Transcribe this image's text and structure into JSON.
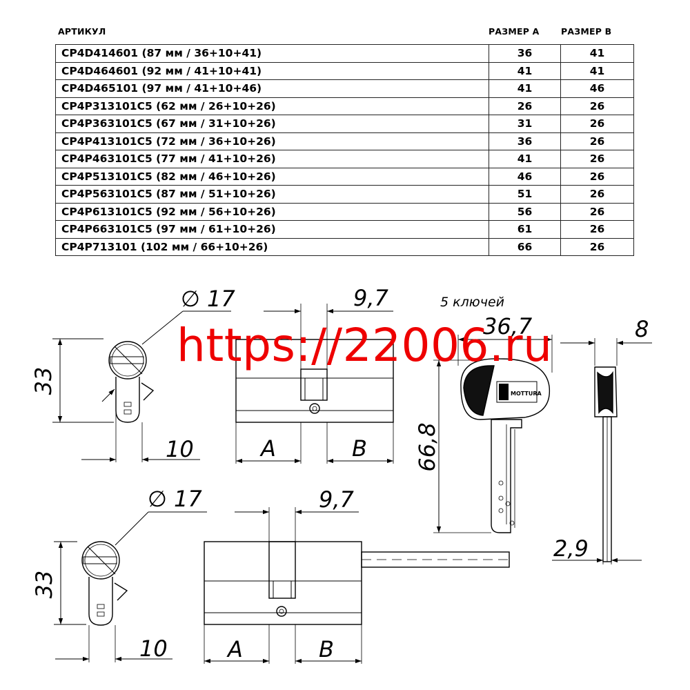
{
  "table": {
    "headers": {
      "article": "АРТИКУЛ",
      "size_a": "РАЗМЕР А",
      "size_b": "РАЗМЕР В"
    },
    "rows": [
      {
        "article": "CP4D414601 (87 мм / 36+10+41)",
        "a": "36",
        "b": "41"
      },
      {
        "article": "CP4D464601 (92 мм / 41+10+41)",
        "a": "41",
        "b": "41"
      },
      {
        "article": "CP4D465101 (97 мм / 41+10+46)",
        "a": "41",
        "b": "46"
      },
      {
        "article": "CP4P313101C5 (62 мм / 26+10+26)",
        "a": "26",
        "b": "26"
      },
      {
        "article": "CP4P363101C5 (67 мм / 31+10+26)",
        "a": "31",
        "b": "26"
      },
      {
        "article": "CP4P413101C5 (72 мм / 36+10+26)",
        "a": "36",
        "b": "26"
      },
      {
        "article": "CP4P463101C5 (77 мм / 41+10+26)",
        "a": "41",
        "b": "26"
      },
      {
        "article": "CP4P513101C5 (82 мм / 46+10+26)",
        "a": "46",
        "b": "26"
      },
      {
        "article": "CP4P563101C5 (87 мм / 51+10+26)",
        "a": "51",
        "b": "26"
      },
      {
        "article": "CP4P613101C5 (92 мм / 56+10+26)",
        "a": "56",
        "b": "26"
      },
      {
        "article": "CP4P663101C5 (97 мм / 61+10+26)",
        "a": "61",
        "b": "26"
      },
      {
        "article": "CP4P713101 (102 мм / 66+10+26)",
        "a": "66",
        "b": "26"
      }
    ]
  },
  "drawing": {
    "top": {
      "diameter": "∅ 17",
      "height": "33",
      "cam": "9,7",
      "width": "10",
      "a": "A",
      "b": "B"
    },
    "bottom": {
      "diameter": "∅ 17",
      "height": "33",
      "cam": "9,7",
      "width": "10",
      "a": "A",
      "b": "B"
    },
    "key": {
      "caption": "5 ключей",
      "width": "36,7",
      "length": "66,8",
      "thickness": "8",
      "blade": "2,9",
      "brand": "MOTTURA"
    }
  },
  "watermark": "https://22006.ru"
}
